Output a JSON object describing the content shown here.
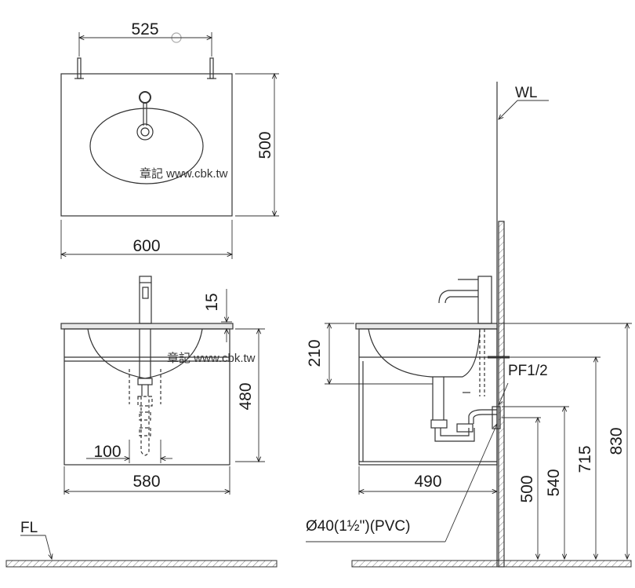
{
  "top_view": {
    "dim_width_top": "525",
    "dim_depth": "500",
    "dim_width_bottom": "600",
    "watermark": "章記 www.cbk.tw"
  },
  "front_view": {
    "dim_rim": "15",
    "dim_height": "480",
    "dim_trap": "100",
    "dim_width": "580",
    "watermark": "章記 www.cbk.tw"
  },
  "side_view": {
    "label_wall": "WL",
    "dim_basin_depth": "210",
    "label_supply": "PF1/2",
    "dim_cabinet_depth": "490",
    "label_drain": "Ø40(1½\")(PVC)",
    "dim_500": "500",
    "dim_540": "540",
    "dim_715": "715",
    "dim_830": "830"
  },
  "floor_label": "FL"
}
